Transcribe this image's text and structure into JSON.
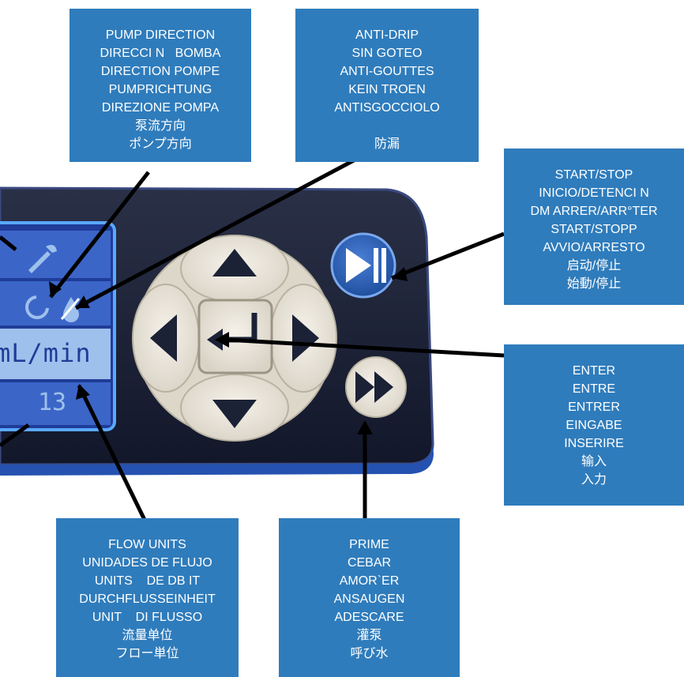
{
  "display": {
    "flow_units_value": "mL/min",
    "counter_value": "13"
  },
  "callouts": {
    "pump_direction": {
      "lines": [
        "PUMP DIRECTION",
        "DIRECCI N   BOMBA",
        "DIRECTION POMPE",
        "PUMPRICHTUNG",
        "DIREZIONE POMPA",
        "泵流方向",
        "ポンプ方向"
      ]
    },
    "anti_drip": {
      "lines": [
        "ANTI-DRIP",
        "SIN GOTEO",
        "ANTI-GOUTTES",
        "KEIN TROEN",
        "ANTISGOCCIOLO",
        "",
        "防漏"
      ]
    },
    "start_stop": {
      "lines": [
        "START/STOP",
        "INICIO/DETENCI N",
        "DM ARRER/ARR°TER",
        "START/STOPP",
        "AVVIO/ARRESTO",
        "启动/停止",
        "始動/停止"
      ]
    },
    "enter": {
      "lines": [
        "ENTER",
        "ENTRE",
        "ENTRER",
        "EINGABE",
        "INSERIRE",
        "输入",
        "入力"
      ]
    },
    "flow_units": {
      "lines": [
        "FLOW UNITS",
        "UNIDADES DE FLUJO",
        "UNITS    DE DB IT",
        "DURCHFLUSSEINHEIT",
        "UNIT    DI FLUSSO",
        "流量单位",
        "フロー単位"
      ]
    },
    "prime": {
      "lines": [
        "PRIME",
        "CEBAR",
        "AMOR`ER",
        "ANSAUGEN",
        "ADESCARE",
        "灌泵",
        "呼び水"
      ]
    }
  },
  "colors": {
    "callout_bg": "#2f7cbc",
    "panel": "#1b2236",
    "lcd": "#3b66c8",
    "button": "#ece7dc"
  }
}
